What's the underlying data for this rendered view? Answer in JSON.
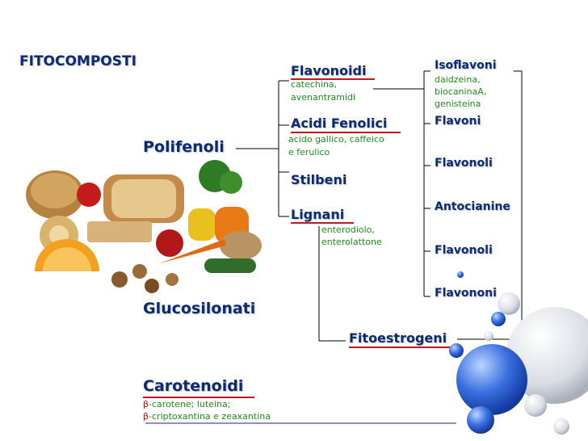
{
  "title": "FITOCOMPOSTI",
  "categories": {
    "polifenoli": "Polifenoli",
    "glucosilonati": "Glucosilonati",
    "carotenoidi": "Carotenoidi",
    "carotenoidi_examples": {
      "line1_prefix": "β",
      "line1": "-carotene; luteina;",
      "line2_prefix": "β",
      "line2": "-criptoxantina e zeaxantina"
    }
  },
  "polifenoli_subclasses": {
    "flavonoidi": {
      "label": "Flavonoidi",
      "examples": [
        "catechina,",
        "avenantramidi"
      ]
    },
    "acidi_fenolici": {
      "label": "Acidi Fenolici",
      "examples": [
        "acido gallico, caffeico",
        "e ferulico"
      ]
    },
    "stilbeni": {
      "label": "Stilbeni"
    },
    "lignani": {
      "label": "Lignani",
      "examples": [
        "enterodiolo,",
        "enterolattone"
      ]
    }
  },
  "flavonoid_classes": [
    {
      "label": "Isoflavoni",
      "examples": [
        "daidzeina,",
        "biocaninaA,",
        "genisteina"
      ]
    },
    {
      "label": "Flavoni"
    },
    {
      "label": "Flavonoli"
    },
    {
      "label": "Antocianine"
    },
    {
      "label": "Flavonoli"
    },
    {
      "label": "Flavononi"
    }
  ],
  "fitoestrogeni": "Fitoestrogeni",
  "colors": {
    "heading": "#0d2b73",
    "examples": "#1f8a1f",
    "underline": "#c41818",
    "connector": "#000000",
    "divider": "#1a237e"
  }
}
